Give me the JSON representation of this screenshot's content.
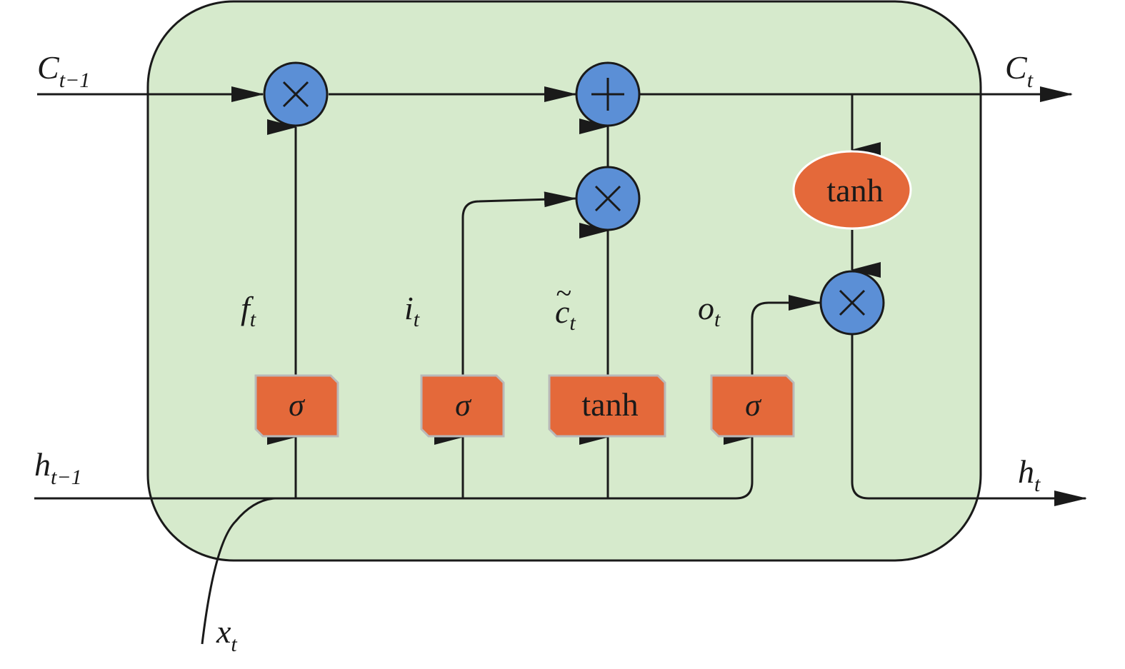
{
  "cell": {
    "background": "#d6eacc",
    "border": "#1a1a1a"
  },
  "colors": {
    "operation": "#5b8fd6",
    "gate": "#e4693a",
    "line": "#1a1a1a"
  },
  "inputs": {
    "c_prev": {
      "base": "C",
      "sub": "t−1"
    },
    "h_prev": {
      "base": "h",
      "sub": "t−1"
    },
    "x": {
      "base": "x",
      "sub": "t"
    }
  },
  "outputs": {
    "c": {
      "base": "C",
      "sub": "t"
    },
    "h": {
      "base": "h",
      "sub": "t"
    }
  },
  "gate_labels": {
    "forget": {
      "base": "f",
      "sub": "t"
    },
    "input": {
      "base": "i",
      "sub": "t"
    },
    "candidate": {
      "tilde": "~",
      "base": "c",
      "sub": "t"
    },
    "output": {
      "base": "o",
      "sub": "t"
    }
  },
  "gates": {
    "forget": "σ",
    "input": "σ",
    "candidate": "tanh",
    "output": "σ",
    "cell_tanh": "tanh"
  },
  "operations": {
    "forget_multiply": "multiply-icon",
    "cell_add": "plus-icon",
    "input_multiply": "multiply-icon",
    "output_multiply": "multiply-icon"
  }
}
